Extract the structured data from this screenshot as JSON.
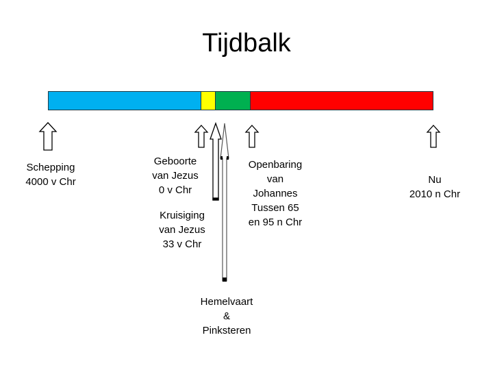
{
  "title": "Tijdbalk",
  "timeline": {
    "segments": [
      {
        "name": "blue",
        "color": "#00b0f0"
      },
      {
        "name": "yellow",
        "color": "#ffff00"
      },
      {
        "name": "green",
        "color": "#00b050"
      },
      {
        "name": "red",
        "color": "#ff0000"
      }
    ]
  },
  "events": {
    "schepping": {
      "line1": "Schepping",
      "line2": "4000 v Chr"
    },
    "geboorte": {
      "line1": "Geboorte",
      "line2": "van Jezus",
      "line3": "0 v Chr"
    },
    "kruisiging": {
      "line1": "Kruisiging",
      "line2": "van Jezus",
      "line3": "33 v Chr"
    },
    "hemelvaart": {
      "line1": "Hemelvaart",
      "line2": "&",
      "line3": "Pinksteren"
    },
    "openbaring": {
      "line1": "Openbaring",
      "line2": "van",
      "line3": "Johannes",
      "line4": "Tussen 65",
      "line5": "en 95 n Chr"
    },
    "nu": {
      "line1": "Nu",
      "line2": "2010 n Chr"
    }
  }
}
